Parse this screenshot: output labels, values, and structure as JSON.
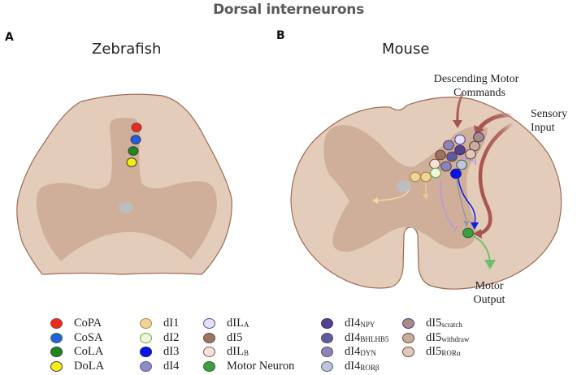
{
  "figure_title": "Dorsal interneurons",
  "panels": {
    "A": {
      "label": "A",
      "title": "Zebrafish"
    },
    "B": {
      "label": "B",
      "title": "Mouse"
    }
  },
  "annotations": {
    "descending_line1": "Descending Motor",
    "descending_line2": "Commands",
    "sensory_line1": "Sensory",
    "sensory_line2": "Input",
    "motor_line1": "Motor",
    "motor_line2": "Output"
  },
  "colors": {
    "white_matter": "#e3ccba",
    "gray_matter": "#cfae9a",
    "outline": "#a06a55",
    "central_canal": "#bdbdbd",
    "sensory_arrow": "#b0605a",
    "motor_output_arrow": "#6abf69"
  },
  "legend_col1": [
    {
      "label": "CoPA",
      "fill": "#ee2a1f",
      "stroke": "#8a4a3a"
    },
    {
      "label": "CoSA",
      "fill": "#1f5fe0",
      "stroke": "#4a7a3a"
    },
    {
      "label": "CoLA",
      "fill": "#1b8a1b",
      "stroke": "#3a3a5a"
    },
    {
      "label": "DoLA",
      "fill": "#f5ee10",
      "stroke": "#4a3a5a"
    }
  ],
  "legend_col2": [
    {
      "label": "dI1",
      "fill": "#ecd49a",
      "stroke": "#b08a3a"
    },
    {
      "label": "dI2",
      "fill": "#eef6dc",
      "stroke": "#6aaa4a"
    },
    {
      "label": "dI3",
      "fill": "#0b14e8",
      "stroke": "#1a1a8a"
    },
    {
      "label": "dI4",
      "fill": "#8c8cc8",
      "stroke": "#5a5a9a"
    }
  ],
  "legend_col3": [
    {
      "label": "dIL",
      "sub": "A",
      "fill": "#e6e2f6",
      "stroke": "#5a4aa8"
    },
    {
      "label": "dI5",
      "sub": "",
      "fill": "#9c7464",
      "stroke": "#6a4a3a"
    },
    {
      "label": "dIL",
      "sub": "B",
      "fill": "#f4e2dc",
      "stroke": "#8a5a4a"
    },
    {
      "label": "Motor Neuron",
      "sub": "",
      "fill": "#3e9e46",
      "stroke": "#2a6a2a"
    }
  ],
  "legend_col4": [
    {
      "label": "dI4",
      "sub": "NPY",
      "fill": "#56418e",
      "stroke": "#3e2e72"
    },
    {
      "label": "dI4",
      "sub": "BHLHB5",
      "fill": "#5a5aa6",
      "stroke": "#6a4a3a"
    },
    {
      "label": "dI4",
      "sub": "DYN",
      "fill": "#8a84c4",
      "stroke": "#6a4a3a"
    },
    {
      "label": "dI4",
      "sub": "RORβ",
      "fill": "#c4c0e6",
      "stroke": "#3a7a3a"
    }
  ],
  "legend_col5": [
    {
      "label": "dI5",
      "sub": "scratch",
      "fill": "#a88c84",
      "stroke": "#4a3a8a"
    },
    {
      "label": "dI5",
      "sub": "withdraw",
      "fill": "#c8aca0",
      "stroke": "#6a4a3a"
    },
    {
      "label": "dI5",
      "sub": "RORα",
      "fill": "#e2c8bc",
      "stroke": "#6a4a3a"
    }
  ],
  "zebrafish_neurons": [
    "CoPA",
    "CoSA",
    "CoLA",
    "DoLA"
  ],
  "mouse_neurons": [
    "dIL_A",
    "dI4_NPY",
    "dI4_DYN",
    "dI4_BHLHB5",
    "dI4_RORβ",
    "dI4",
    "dI3",
    "dI2",
    "dI1",
    "dI1",
    "dI5",
    "dIL_B",
    "dI5_scratch",
    "dI5_withdraw",
    "dI5_RORα",
    "Motor Neuron"
  ]
}
